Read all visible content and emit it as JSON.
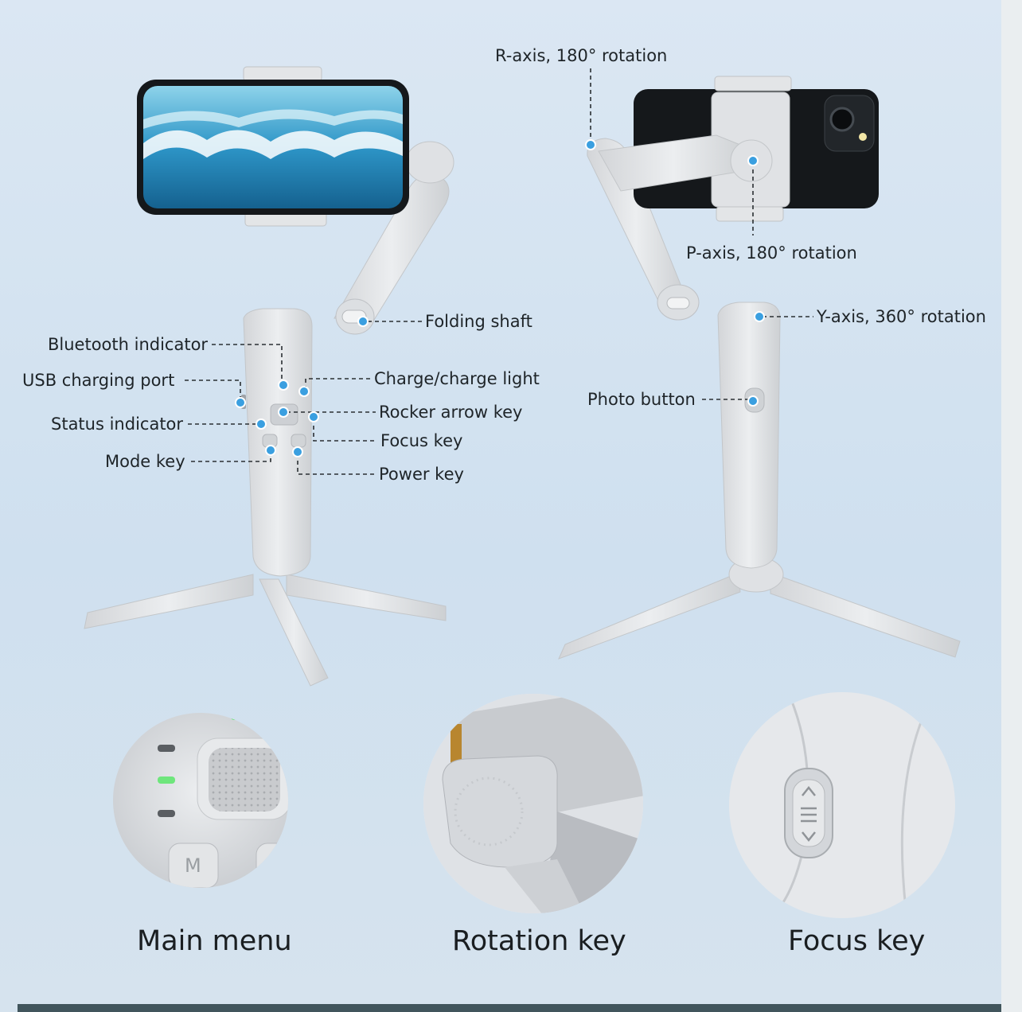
{
  "labels": {
    "r_axis": "R-axis, 180° rotation",
    "p_axis": "P-axis, 180° rotation",
    "y_axis": "Y-axis, 360°   rotation",
    "folding_shaft": "Folding shaft",
    "bluetooth_indicator": "Bluetooth indicator",
    "usb_charging_port": "USB charging port",
    "charge_light": "Charge/charge light",
    "status_indicator": "Status indicator",
    "rocker_arrow_key": "Rocker arrow key",
    "focus_key": "Focus key",
    "mode_key": "Mode key",
    "power_key": "Power key",
    "photo_button": "Photo button"
  },
  "captions": {
    "main_menu": "Main menu",
    "rotation_key": "Rotation key",
    "focus_key": "Focus key"
  },
  "button_glyphs": {
    "mode": "M"
  },
  "colors": {
    "background": "#d3e2ef",
    "device": "#e4e6e8",
    "marker": "#3a9fe0",
    "indicator_green": "#6ee67c"
  }
}
